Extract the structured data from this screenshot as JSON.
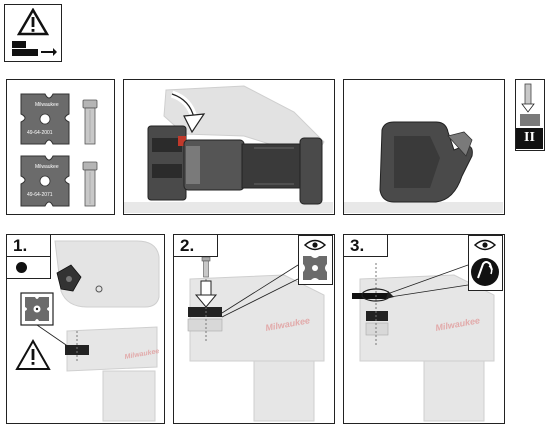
{
  "dies": {
    "brand": "Milwaukee",
    "top_part_number": "49-64-2001",
    "bottom_part_number": "49-64-2071"
  },
  "tool_brand": "Milwaukee",
  "steps": [
    {
      "number": "1."
    },
    {
      "number": "2."
    },
    {
      "number": "3."
    }
  ],
  "side_badge": {
    "label": "II"
  },
  "colors": {
    "border": "#222222",
    "tool_light": "#d8d8d8",
    "tool_dark": "#3a3a3a",
    "accent_red": "#c0392b",
    "badge_bg": "#111111"
  },
  "icons": [
    "warning-icon",
    "remove-head-icon",
    "eye-icon",
    "torque-wrench-icon",
    "bullet-icon",
    "die-insert-icon"
  ]
}
